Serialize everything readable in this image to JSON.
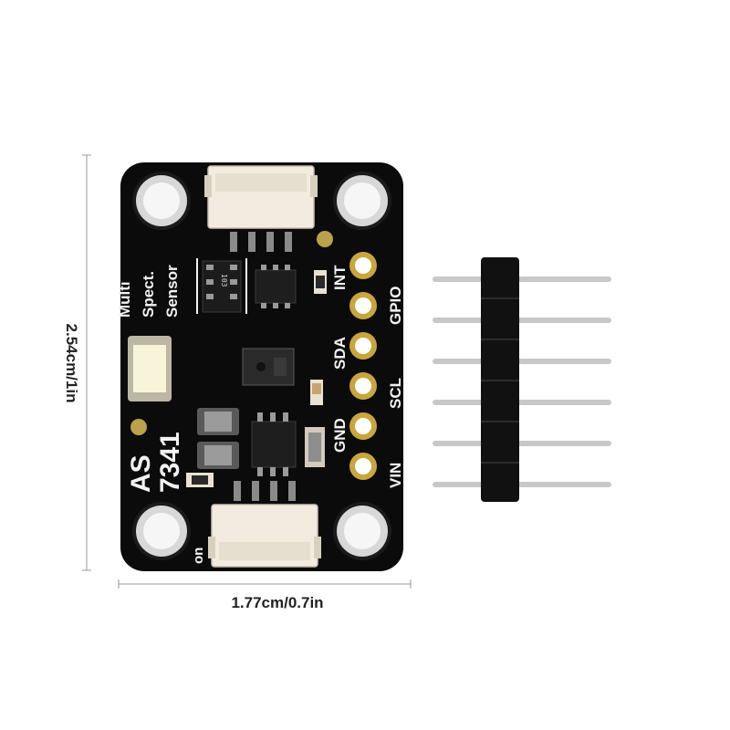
{
  "board": {
    "title_lines": [
      "Multi",
      "Spect.",
      "Sensor"
    ],
    "model_lines": [
      "AS",
      "7341"
    ],
    "on_label": "on",
    "resistor_code": "103",
    "pins": [
      "INT",
      "GPIO",
      "SDA",
      "SCL",
      "GND",
      "VIN"
    ]
  },
  "dimensions": {
    "height_label": "2.54cm/1in",
    "width_label": "1.77cm/0.7in"
  },
  "colors": {
    "pcb": "#0b0b0b",
    "silkscreen": "#f2f2f2",
    "connector": "#f2ece0",
    "header_pin": "#c8c8c8",
    "header_plastic": "#111111"
  }
}
